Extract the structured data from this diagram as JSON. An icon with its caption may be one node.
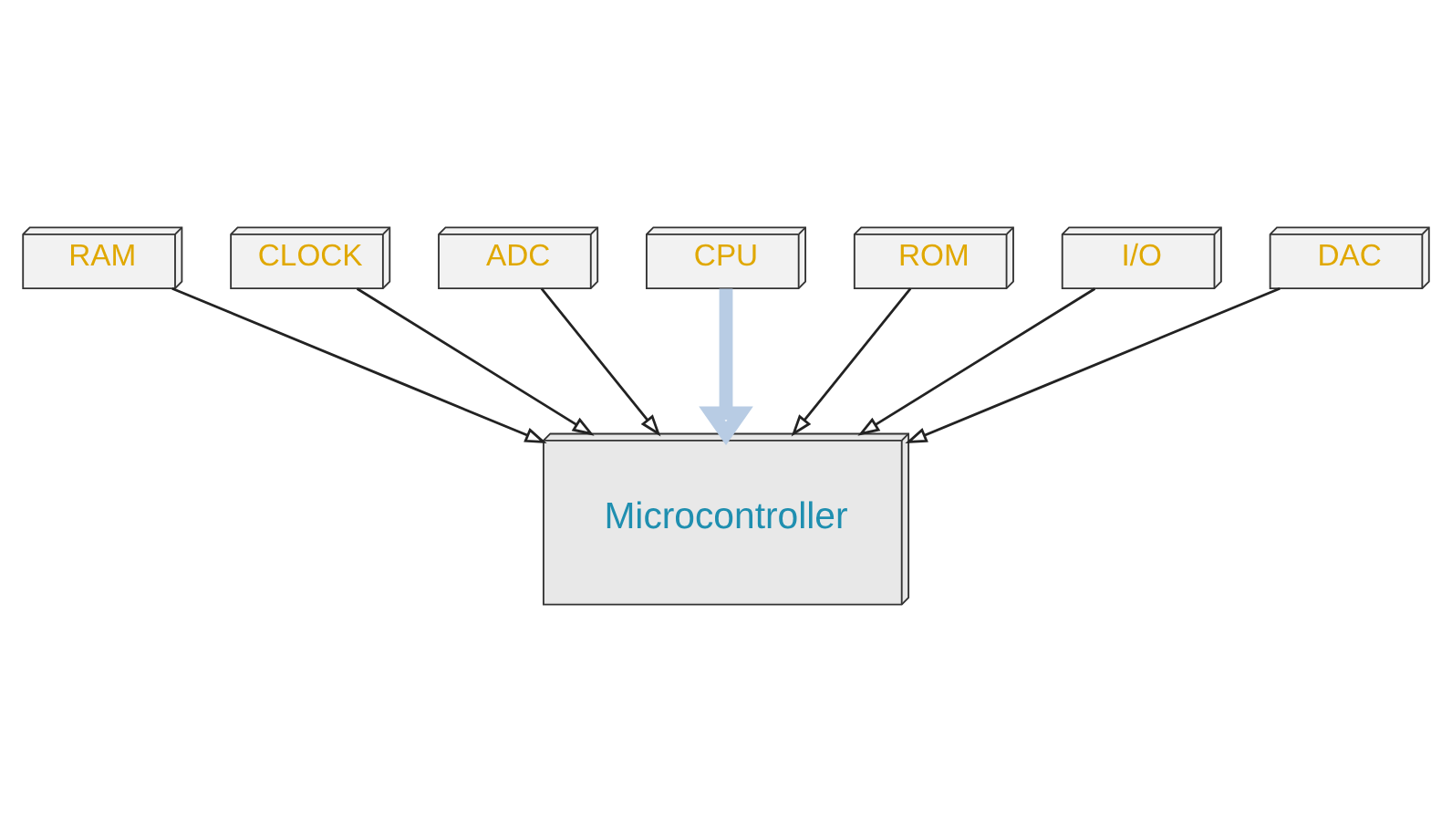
{
  "diagram": {
    "nodes": [
      {
        "text": [
          "RAM"
        ]
      },
      {
        "text": [
          "CPU"
        ]
      },
      {
        "text": [
          "ROM"
        ]
      },
      {
        "text": [
          "I/O"
        ]
      },
      {
        "text": [
          "CLOCK"
        ]
      },
      {
        "text": [
          "ADC"
        ]
      },
      {
        "text": [
          "DAC"
        ]
      },
      {
        "text": [
          "Microcontroller"
        ]
      }
    ],
    "edges": [
      {
        "from": 0,
        "to": 7,
        "arrow": "to"
      },
      {
        "from": 1,
        "to": 7,
        "arrow": "to",
        "style": "thick",
        "color": "#b8cce4"
      },
      {
        "from": 2,
        "to": 7,
        "arrow": "to"
      },
      {
        "from": 3,
        "to": 7,
        "arrow": "to"
      },
      {
        "from": 4,
        "to": 7,
        "arrow": "to"
      },
      {
        "from": 5,
        "to": 7,
        "arrow": "to"
      },
      {
        "from": 6,
        "to": 7,
        "arrow": "to"
      }
    ]
  }
}
